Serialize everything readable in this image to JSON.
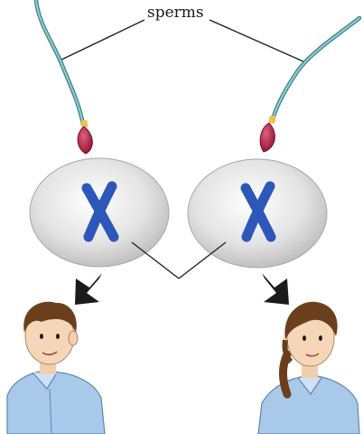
{
  "labels": {
    "sperms": "sperms"
  },
  "colors": {
    "sperm_head": "#b01e43",
    "sperm_tail": "#5fa2a8",
    "egg_fill": "#d6d6d6",
    "chromosome": "#2d57b8",
    "arrow": "#1b1b1b",
    "shirt": "#a9c9ea",
    "skin": "#f5d6b9",
    "hair": "#6b3f1c"
  },
  "figures": {
    "left_chromosome": "X",
    "right_chromosome": "X",
    "left_child": "boy",
    "right_child": "girl"
  }
}
